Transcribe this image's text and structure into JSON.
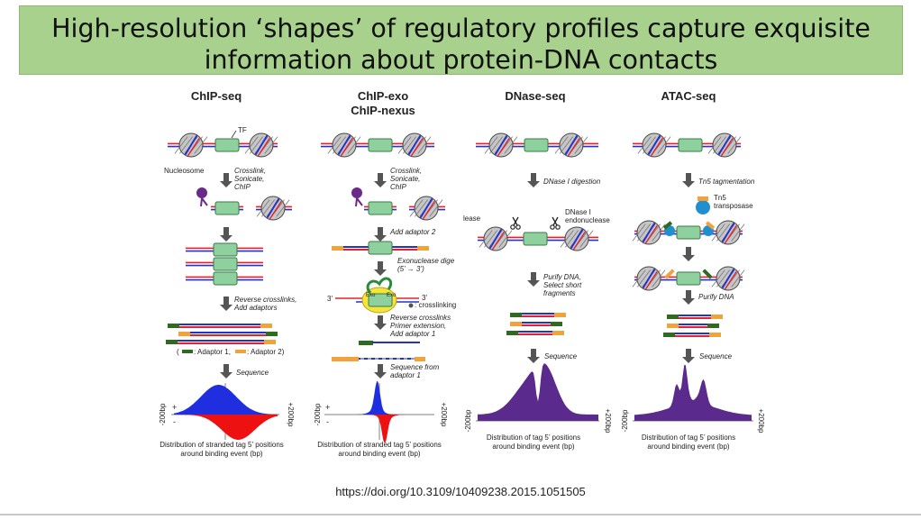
{
  "slide": {
    "title_line1": "High-resolution ‘shapes’ of regulatory profiles capture exquisite",
    "title_line2": "information about protein-DNA contacts",
    "citation": "https://doi.org/10.3109/10409238.2015.1051505"
  },
  "figure": {
    "columns": [
      {
        "id": "chipseq",
        "header": [
          "ChIP-seq"
        ],
        "labels": {
          "tf": "TF",
          "nucleosome": "Nucleosome",
          "step1": [
            "Crosslink,",
            "Sonicate,",
            "ChIP"
          ],
          "step2": [
            "Reverse crosslinks,",
            "Add adaptors"
          ],
          "adaptor_legend": [
            "(",
            ": Adaptor 1,",
            ": Adaptor 2)"
          ],
          "step3": [
            "Sequence"
          ]
        },
        "axis": {
          "left": "-200bp",
          "right": "+200bp",
          "plus": "+",
          "minus": "-"
        },
        "caption": [
          "Distribution of stranded tag 5’ positions",
          "around binding event (bp)"
        ]
      },
      {
        "id": "chipexo",
        "header": [
          "ChIP-exo",
          "ChIP-nexus"
        ],
        "labels": {
          "step1": [
            "Crosslink,",
            "Sonicate,",
            "ChIP"
          ],
          "step2": [
            "Add adaptor 2"
          ],
          "step3": [
            "Exonuclease dige",
            "(5’ → 3’)"
          ],
          "strand3a": "3'",
          "strand3b": "3'",
          "exo": "Exo",
          "crosslink": ": crosslinking",
          "step4": [
            "Reverse crosslinks",
            "Primer extension,",
            "Add adaptor 1"
          ],
          "step5": [
            "Sequence from",
            "adaptor 1"
          ]
        },
        "axis": {
          "left": "-200bp",
          "right": "+200bp",
          "plus": "+",
          "minus": "-"
        },
        "caption": [
          "Distribution of stranded tag 5’ positions",
          "around binding event (bp)"
        ]
      },
      {
        "id": "dnaseseq",
        "header": [
          "DNase-seq"
        ],
        "labels": {
          "step1": [
            "DNase I digestion"
          ],
          "lease": "lease",
          "dnase": [
            "DNase I",
            "endonuclease"
          ],
          "step2": [
            "Purify DNA,",
            "Select short",
            "fragments"
          ],
          "step3": [
            "Sequence"
          ]
        },
        "axis": {
          "left": "-200bp",
          "right": "+200bp"
        },
        "caption": [
          "Distribution of tag 5’ positions",
          "around binding event (bp)"
        ]
      },
      {
        "id": "atacseq",
        "header": [
          "ATAC-seq"
        ],
        "labels": {
          "step1": [
            "Tn5 tagmentation"
          ],
          "tn5": [
            "Tn5",
            "transposase"
          ],
          "step2": [
            "Purify DNA"
          ],
          "step3": [
            "Sequence"
          ]
        },
        "axis": {
          "left": "-200bp",
          "right": "+200bp"
        },
        "caption": [
          "Distribution of tag 5’ positions",
          "around binding event (bp)"
        ]
      }
    ],
    "colors": {
      "nucleosome": "#c6c6c6",
      "tf_box": "#8fd19e",
      "dna_red": "#e8202a",
      "dna_blue": "#2233cc",
      "plus_strand": "#1f2fe0",
      "minus_strand": "#ee1111",
      "tag_profile": "#5a2a8c",
      "adaptor1": "#2e6b1e",
      "adaptor2": "#f2a23a",
      "arrow": "#555555",
      "antibody": "#6a2a8a"
    }
  }
}
